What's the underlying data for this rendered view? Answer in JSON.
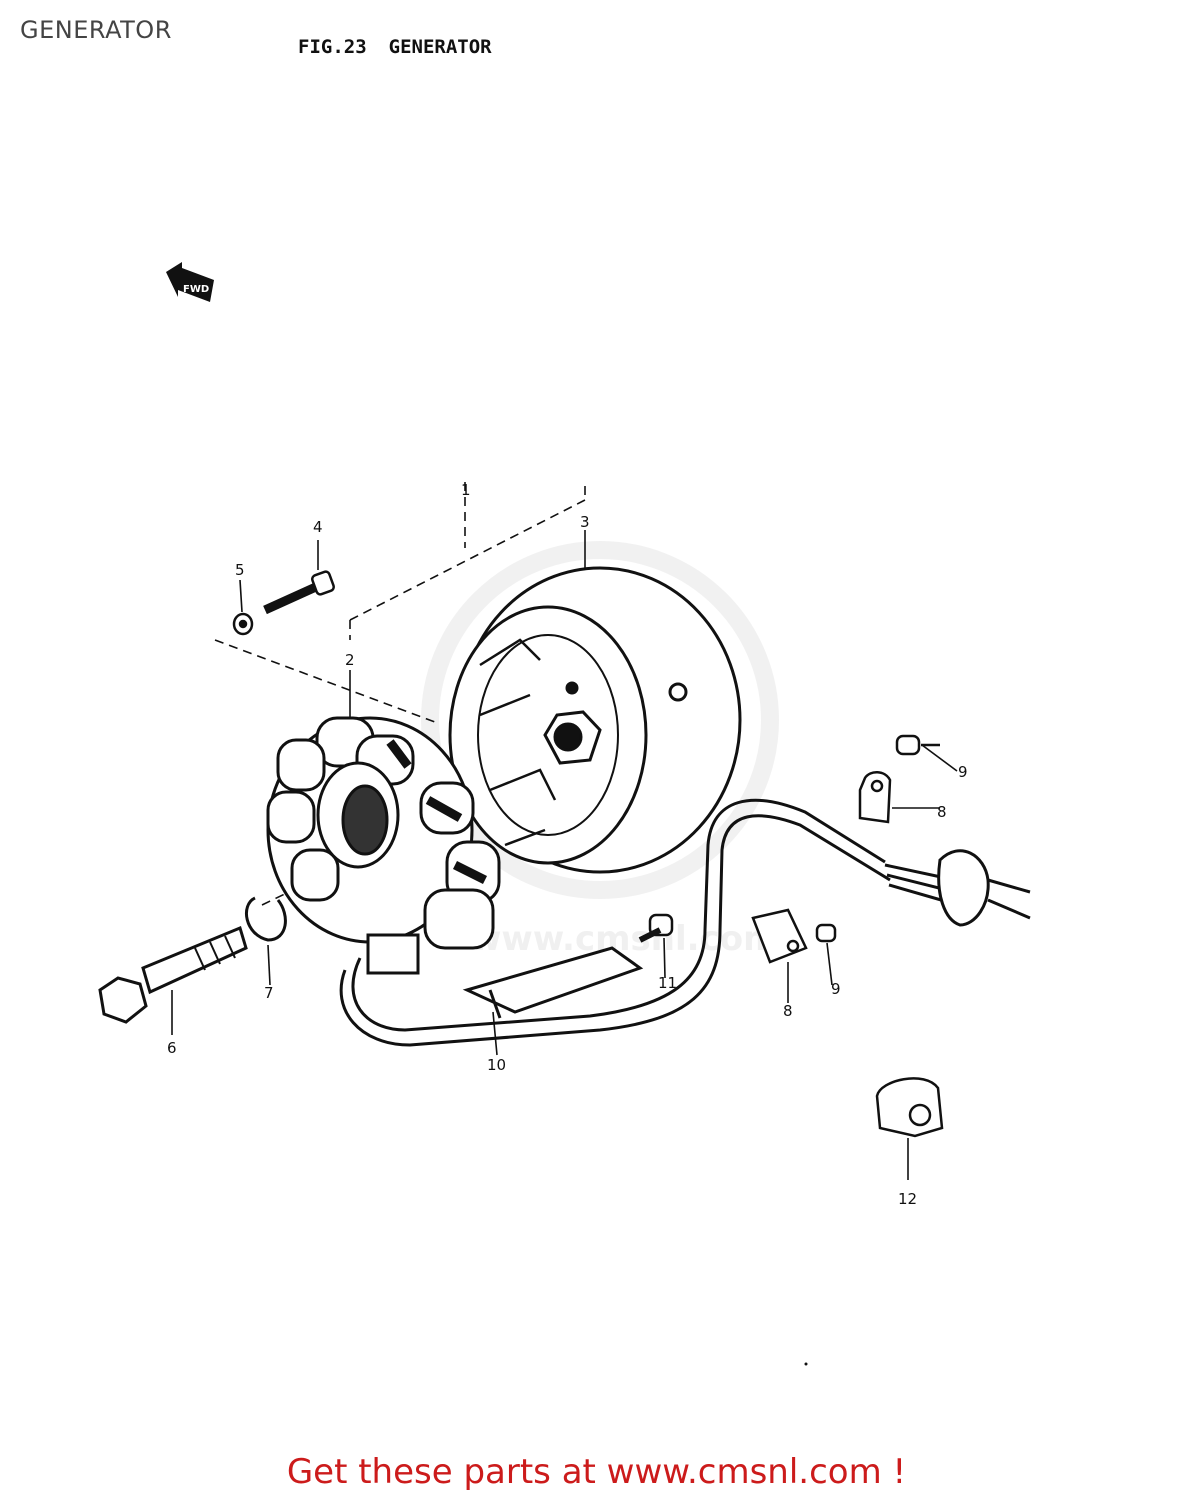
{
  "header": {
    "title": "GENERATOR"
  },
  "figure": {
    "number": "FIG.23",
    "title": "GENERATOR"
  },
  "callouts": {
    "c1": "1",
    "c2": "2",
    "c3": "3",
    "c4": "4",
    "c5": "5",
    "c6": "6",
    "c7": "7",
    "c8a": "8",
    "c8b": "8",
    "c9a": "9",
    "c9b": "9",
    "c10": "10",
    "c11": "11",
    "c12": "12"
  },
  "fwd_label": "FWD",
  "watermark": "www.cmsnl.com",
  "footer": {
    "link_text": "Get these parts at www.cmsnl.com !"
  },
  "colors": {
    "link": "#cc1b1b",
    "ink": "#111111",
    "watermark": "#e6e6e6"
  }
}
